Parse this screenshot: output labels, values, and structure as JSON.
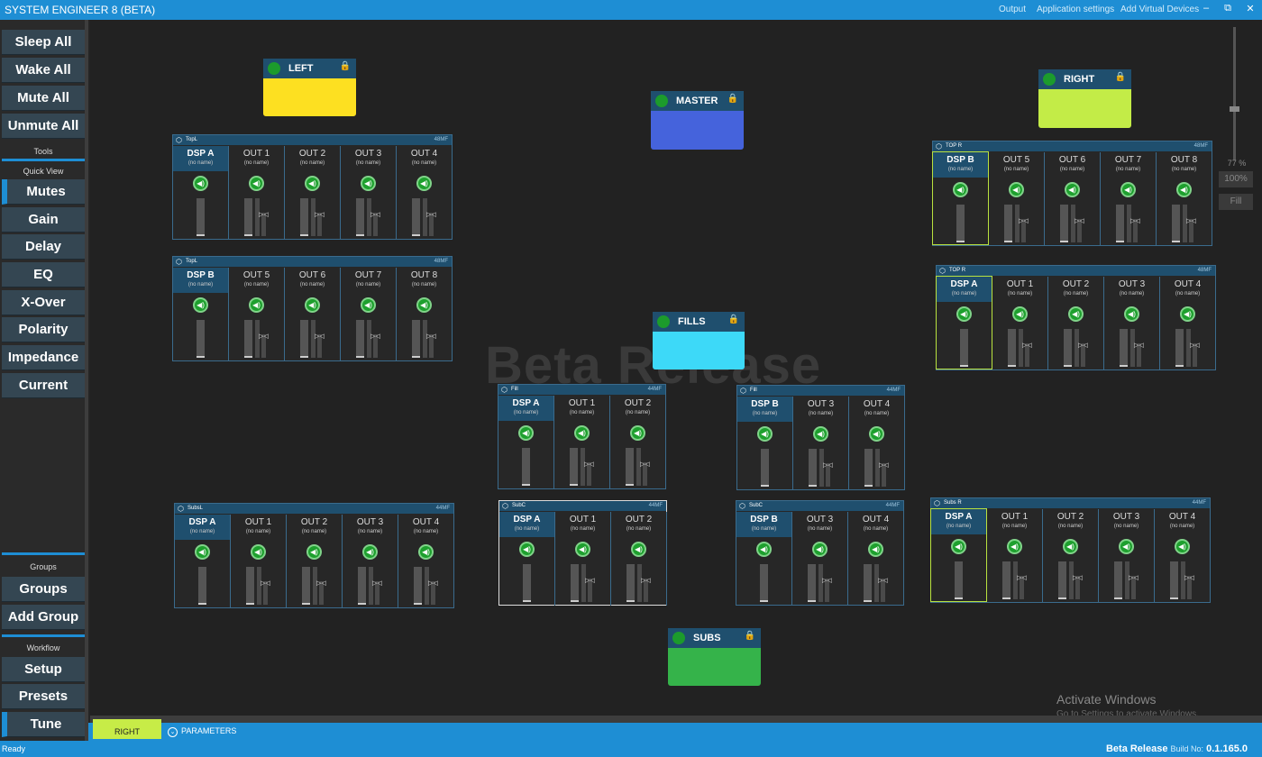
{
  "app_title": "SYSTEM ENGINEER 8 (BETA)",
  "top_menu": [
    "Output",
    "Application settings",
    "Add Virtual Devices"
  ],
  "window_controls": [
    "‒",
    "⧉",
    "✕"
  ],
  "sidebar": {
    "top_buttons": [
      "Sleep All",
      "Wake All",
      "Mute All",
      "Unmute All"
    ],
    "tools_label": "Tools",
    "quick_view_label": "Quick View",
    "quick_view": [
      "Mutes",
      "Gain",
      "Delay",
      "EQ",
      "X-Over",
      "Polarity",
      "Impedance",
      "Current"
    ],
    "active_quick_view": "Mutes",
    "groups_label": "Groups",
    "groups_buttons": [
      "Groups",
      "Add Group"
    ],
    "workflow_label": "Workflow",
    "workflow_buttons": [
      "Setup",
      "Presets",
      "Tune"
    ],
    "active_workflow": "Tune"
  },
  "watermark": "Beta Release",
  "groups": [
    {
      "name": "LEFT",
      "color": "#fde021"
    },
    {
      "name": "MASTER",
      "color": "#4563dc"
    },
    {
      "name": "RIGHT",
      "color": "#c3ec47"
    },
    {
      "name": "FILLS",
      "color": "#3dd9f8"
    },
    {
      "name": "SUBS",
      "color": "#35b34a"
    }
  ],
  "devices": [
    {
      "name": "TopL",
      "model": "48MF",
      "dsp": "DSP A",
      "outs": [
        "OUT 1",
        "OUT 2",
        "OUT 3",
        "OUT 4"
      ],
      "sub": "(no name)"
    },
    {
      "name": "TopL",
      "model": "48MF",
      "dsp": "DSP B",
      "outs": [
        "OUT 5",
        "OUT 6",
        "OUT 7",
        "OUT 8"
      ],
      "sub": "(no name)"
    },
    {
      "name": "TOP R",
      "model": "48MF",
      "dsp": "DSP B",
      "outs": [
        "OUT 5",
        "OUT 6",
        "OUT 7",
        "OUT 8"
      ],
      "sub": "(no name)"
    },
    {
      "name": "TOP R",
      "model": "48MF",
      "dsp": "DSP A",
      "outs": [
        "OUT 1",
        "OUT 2",
        "OUT 3",
        "OUT 4"
      ],
      "sub": "(no name)"
    },
    {
      "name": "Fill",
      "model": "44MF",
      "dsp": "DSP A",
      "outs": [
        "OUT 1",
        "OUT 2"
      ],
      "sub": "(no name)"
    },
    {
      "name": "Fill",
      "model": "44MF",
      "dsp": "DSP B",
      "outs": [
        "OUT 3",
        "OUT 4"
      ],
      "sub": "(no name)"
    },
    {
      "name": "SubsL",
      "model": "44MF",
      "dsp": "DSP A",
      "outs": [
        "OUT 1",
        "OUT 2",
        "OUT 3",
        "OUT 4"
      ],
      "sub": "(no name)"
    },
    {
      "name": "SubC",
      "model": "44MF",
      "dsp": "DSP A",
      "outs": [
        "OUT 1",
        "OUT 2"
      ],
      "sub": "(no name)"
    },
    {
      "name": "SubC",
      "model": "44MF",
      "dsp": "DSP B",
      "outs": [
        "OUT 3",
        "OUT 4"
      ],
      "sub": "(no name)"
    },
    {
      "name": "Subs R",
      "model": "44MF",
      "dsp": "DSP A",
      "outs": [
        "OUT 1",
        "OUT 2",
        "OUT 3",
        "OUT 4"
      ],
      "sub": "(no name)"
    }
  ],
  "zoom": {
    "percent": "77 %",
    "btn_100": "100%",
    "btn_fill": "Fill"
  },
  "activate_windows": {
    "title": "Activate Windows",
    "subtitle": "Go to Settings to activate Windows."
  },
  "selected_group_tab": "RIGHT",
  "parameters_label": "PARAMETERS",
  "status": {
    "ready": "Ready",
    "beta": "Beta Release",
    "build_label": "Build No:",
    "build": "0.1.165.0"
  }
}
